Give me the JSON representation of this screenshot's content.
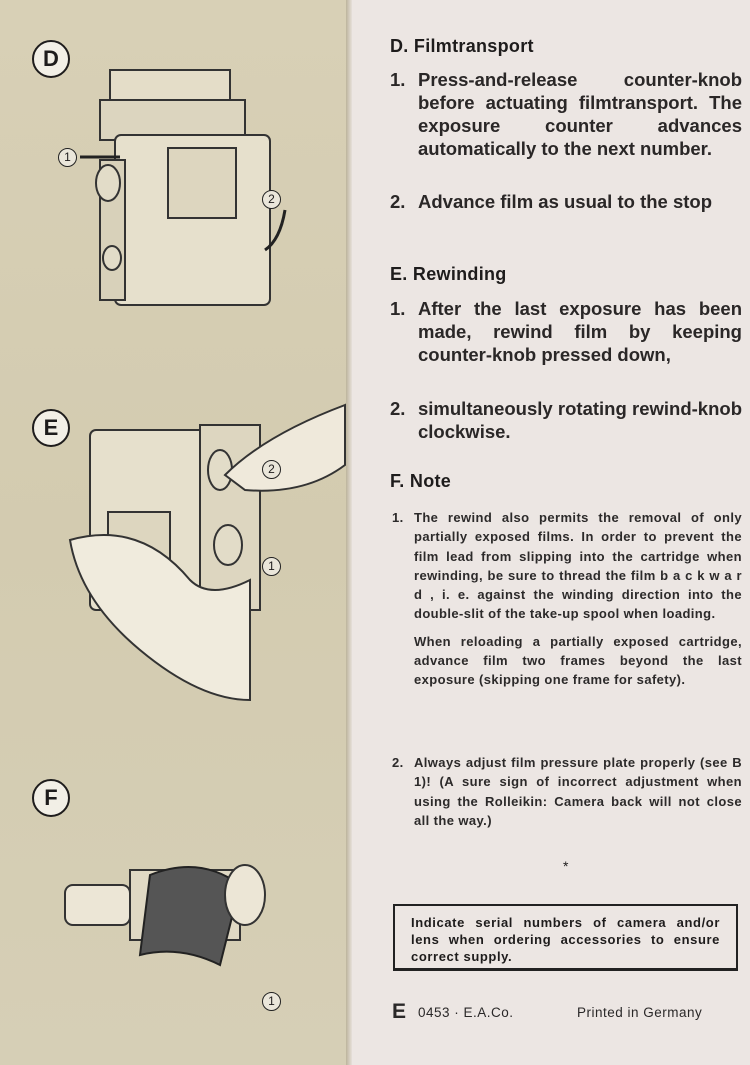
{
  "figures": {
    "d": {
      "label": "D",
      "callouts": [
        "1",
        "2"
      ]
    },
    "e": {
      "label": "E",
      "callouts": [
        "2",
        "1"
      ]
    },
    "f": {
      "label": "F",
      "callouts": [
        "1"
      ]
    }
  },
  "sections": {
    "d": {
      "heading": "D. Filmtransport",
      "items": [
        {
          "num": "1.",
          "text": "Press-and-release counter-knob before actuating filmtransport. The exposure counter advances automatically to the next number."
        },
        {
          "num": "2.",
          "text": "Advance film as usual to the stop"
        }
      ]
    },
    "e": {
      "heading": "E. Rewinding",
      "items": [
        {
          "num": "1.",
          "text": "After the last exposure has been made, rewind film by keeping counter-knob pressed down,"
        },
        {
          "num": "2.",
          "text": "simultaneously rotating rewind-knob clockwise."
        }
      ]
    },
    "f": {
      "heading": "F. Note",
      "items": [
        {
          "num": "1.",
          "text": "The rewind also permits the removal of only partially exposed films. In order to prevent the film lead from slipping into the cartridge when rewinding, be sure to thread the film b a c k w a r d , i. e. against the winding direction into the double-slit of the take-up spool when loading.",
          "text2": "When reloading a partially exposed cartridge, advance film two frames beyond the last exposure (skipping one frame for safety)."
        },
        {
          "num": "2.",
          "text": "Always adjust film pressure plate properly (see B 1)! (A sure sign of incorrect adjustment when using the Rolleikin: Camera back will not close all the way.)"
        }
      ]
    }
  },
  "separator": "*",
  "notice": "Indicate serial numbers of camera and/or lens when ordering accessories to ensure correct supply.",
  "footer": {
    "letter": "E",
    "code": "0453 · E.A.Co.",
    "printed": "Printed in Germany"
  }
}
